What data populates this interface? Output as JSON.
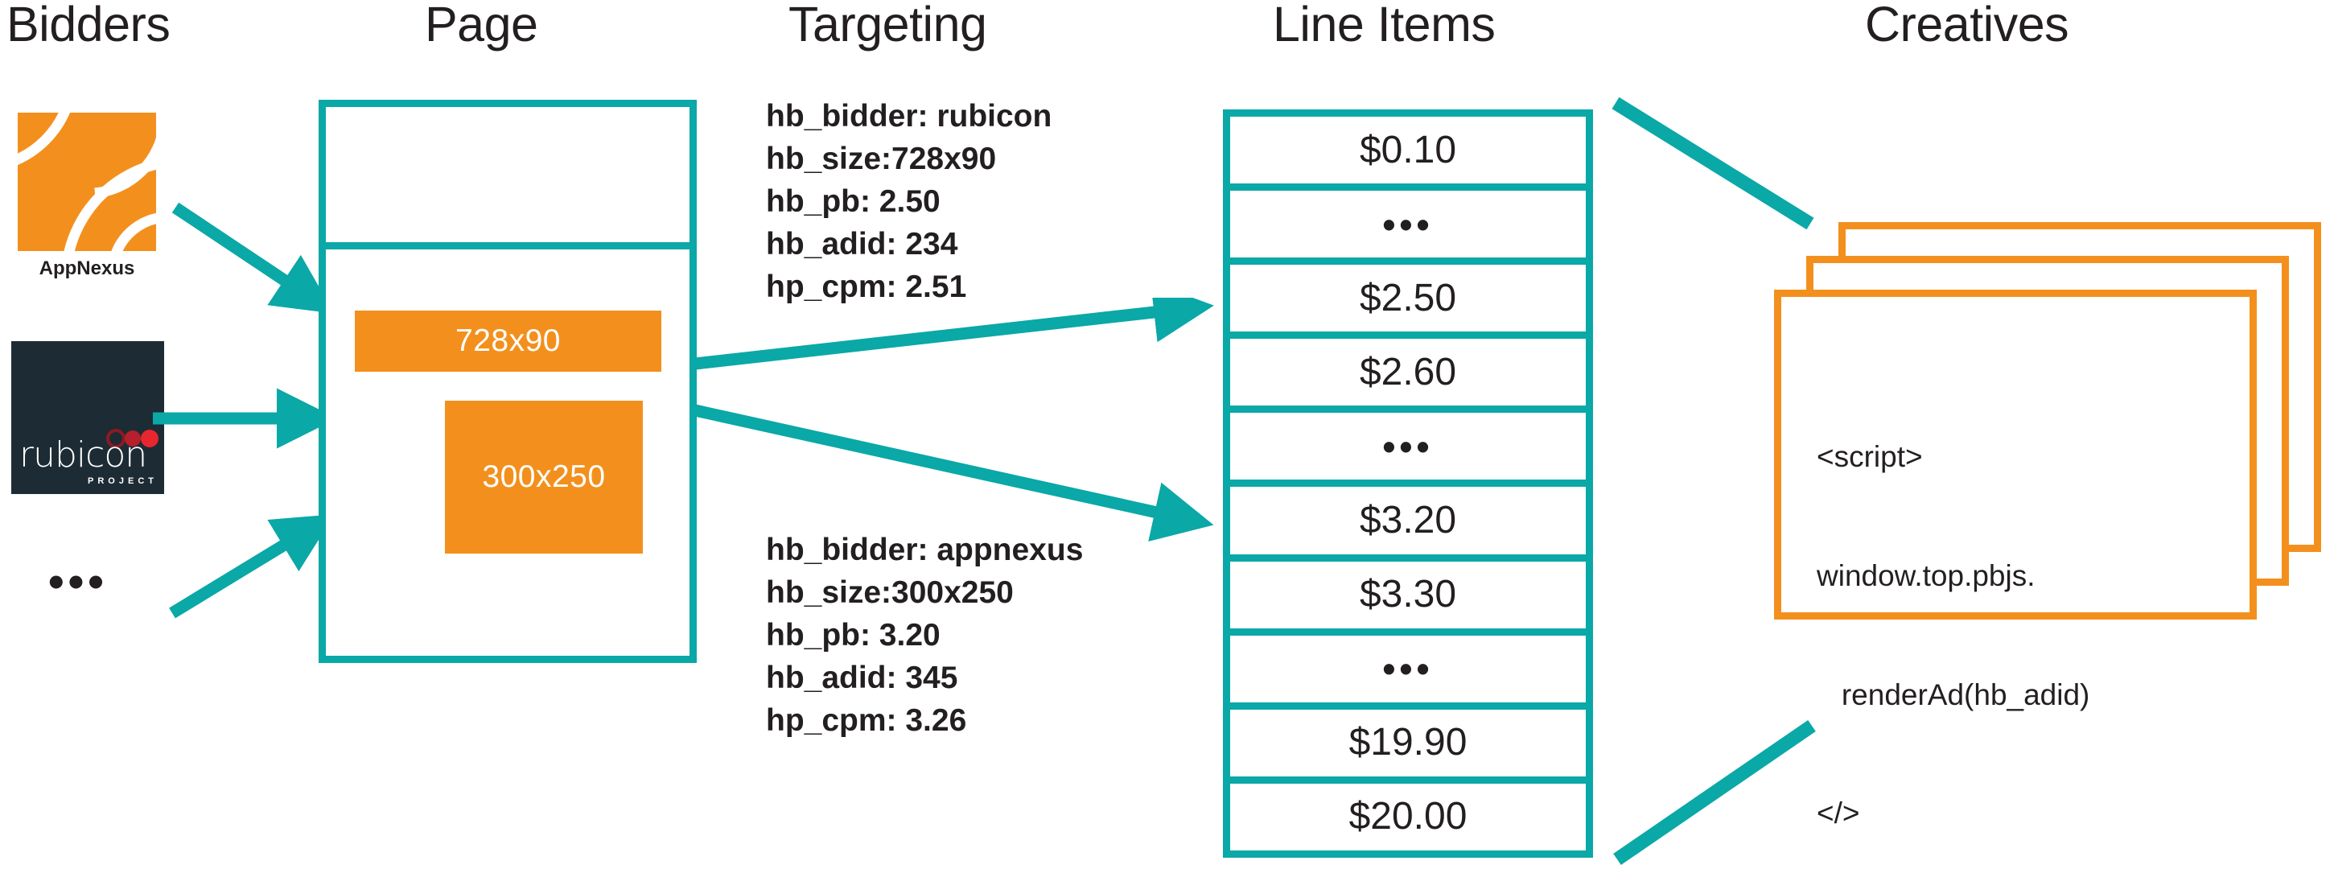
{
  "colors": {
    "teal": "#0aa8a7",
    "orange": "#f3901d",
    "dark": "#231f20",
    "rubicon_navy": "#1d2b34",
    "white": "#ffffff"
  },
  "columns": {
    "bidders": "Bidders",
    "page": "Page",
    "targeting": "Targeting",
    "line_items": "Line Items",
    "creatives": "Creatives"
  },
  "bidders": {
    "items": [
      {
        "name": "appnexus",
        "caption": "AppNexus",
        "logo": "appnexus-logo"
      },
      {
        "name": "rubicon",
        "wordmark": "rubicon",
        "sub": "PROJECT",
        "logo": "rubicon-project-logo"
      }
    ],
    "more": "•••"
  },
  "page": {
    "ad_slots": [
      {
        "label": "728x90"
      },
      {
        "label": "300x250"
      }
    ]
  },
  "targeting": {
    "blocks": [
      {
        "name": "rubicon-targeting",
        "lines": [
          "hb_bidder: rubicon",
          "hb_size:728x90",
          "hb_pb: 2.50",
          "hb_adid: 234",
          "hp_cpm: 2.51"
        ]
      },
      {
        "name": "appnexus-targeting",
        "lines": [
          "hb_bidder: appnexus",
          "hb_size:300x250",
          "hb_pb: 3.20",
          "hb_adid: 345",
          "hp_cpm: 3.26"
        ]
      }
    ]
  },
  "line_items": {
    "rows": [
      {
        "value": "$0.10",
        "type": "price"
      },
      {
        "value": "•••",
        "type": "ellipsis"
      },
      {
        "value": "$2.50",
        "type": "price"
      },
      {
        "value": "$2.60",
        "type": "price"
      },
      {
        "value": "•••",
        "type": "ellipsis"
      },
      {
        "value": "$3.20",
        "type": "price"
      },
      {
        "value": "$3.30",
        "type": "price"
      },
      {
        "value": "•••",
        "type": "ellipsis"
      },
      {
        "value": "$19.90",
        "type": "price"
      },
      {
        "value": "$20.00",
        "type": "price"
      }
    ]
  },
  "creatives": {
    "code_lines": [
      "<script>",
      "window.top.pbjs.",
      "   renderAd(hb_adid)",
      "</>"
    ]
  }
}
